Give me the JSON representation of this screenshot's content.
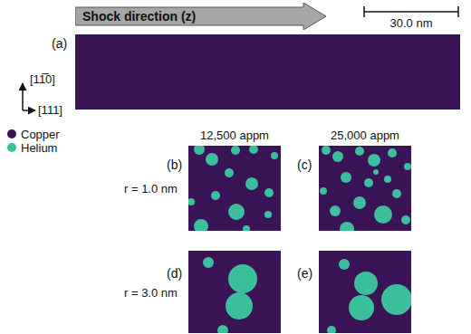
{
  "diagram": {
    "nodes": [
      {
        "text": [
          "Shock direction (z)"
        ]
      },
      {
        "text": [
          "(a)"
        ]
      },
      {
        "text": [
          "(b)"
        ]
      },
      {
        "text": [
          "(c)"
        ]
      },
      {
        "text": [
          "(d)"
        ]
      },
      {
        "text": [
          "(e)"
        ]
      }
    ],
    "labels": [
      "30.0 nm",
      "[11̅0]",
      "[111]",
      "12,500 appm",
      "25,000 appm",
      "r = 1.0 nm",
      "r = 3.0 nm"
    ],
    "legend": [
      {
        "text": "Copper",
        "color": "#3b1357"
      },
      {
        "text": "Helium",
        "color": "#3bbf9c"
      }
    ]
  }
}
